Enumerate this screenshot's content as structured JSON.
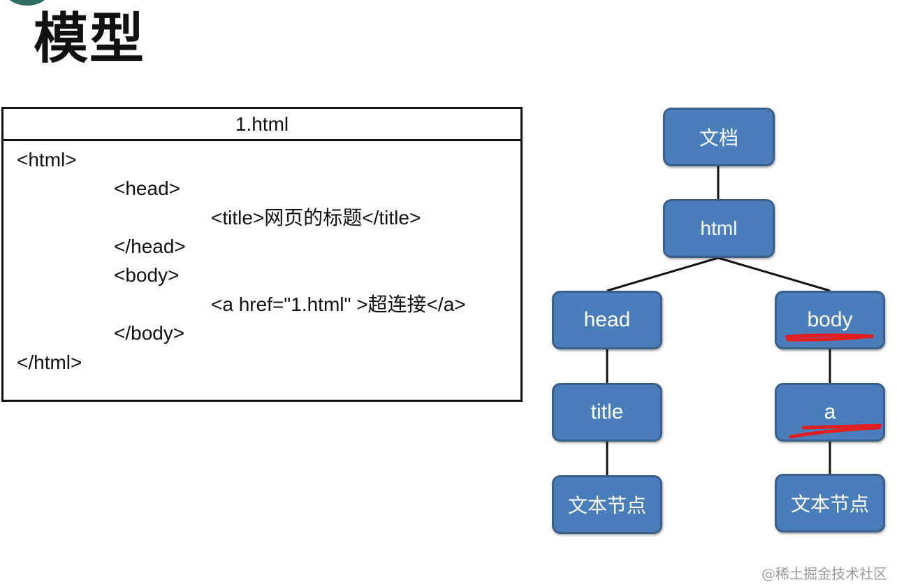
{
  "title": "模型",
  "code_panel": {
    "filename": "1.html",
    "lines": [
      "<html>",
      "<head>",
      "<title>网页的标题</title>",
      "</head>",
      "<body>",
      "<a href=\"1.html\" >超连接</a>",
      "</body>",
      "</html>"
    ]
  },
  "tree": {
    "nodes": {
      "document": "文档",
      "html": "html",
      "head": "head",
      "body": "body",
      "title": "title",
      "a": "a",
      "head_text": "文本节点",
      "a_text": "文本节点"
    },
    "node_color": "#4a7ebb",
    "annotation_color": "#e02020"
  },
  "watermark": "@稀土掘金技术社区"
}
